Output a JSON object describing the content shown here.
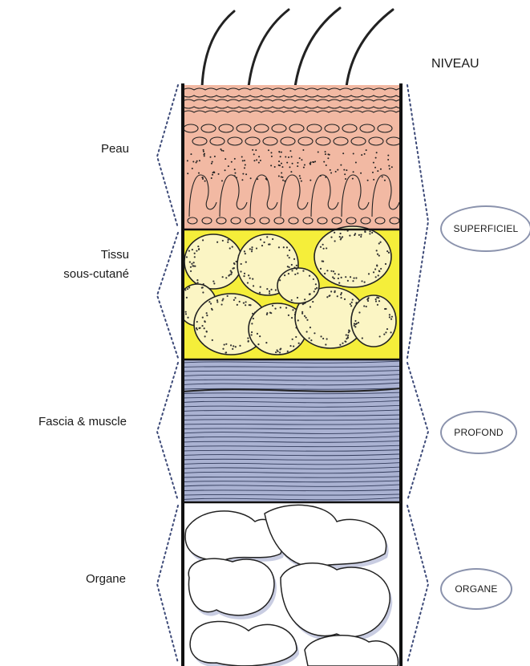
{
  "layers": [
    {
      "id": "peau",
      "label": "Peau",
      "color": "#f2b9a3"
    },
    {
      "id": "tissu",
      "label_line1": "Tissu",
      "label_line2": "sous-cutané",
      "color": "#f5ee3a"
    },
    {
      "id": "fascia",
      "label": "Fascia & muscle",
      "color": "#aab2d2"
    },
    {
      "id": "organe",
      "label": "Organe",
      "color": "#ffffff"
    }
  ],
  "levels": {
    "header": "NIVEAU",
    "superficiel": "SUPERFICIEL",
    "profond": "PROFOND",
    "organe": "ORGANE"
  },
  "colors": {
    "outline": "#111111",
    "brace": "#3d4a78",
    "fat_globule": "#fbf5c4",
    "organ_shadow": "#c9cde2",
    "pill_border": "#8b93ad"
  }
}
